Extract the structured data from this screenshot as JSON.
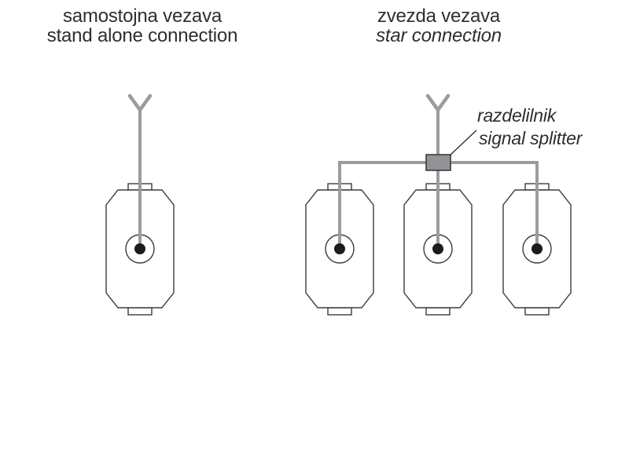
{
  "standalone": {
    "title_sl": "samostojna vezava",
    "title_en": "stand alone connection"
  },
  "star": {
    "title_sl": "zvezda vezava",
    "title_en": "star connection",
    "splitter": {
      "label_sl": "razdelilnik",
      "label_en": "signal splitter"
    }
  },
  "colors": {
    "background": "#ffffff",
    "connection_line": "#9c9c9c",
    "device_outline": "#3c3c3c",
    "splitter_fill": "#919396",
    "splitter_border": "#3b3b3b",
    "connector_dot": "#1c1c1c",
    "text": "#2e2e2e"
  }
}
